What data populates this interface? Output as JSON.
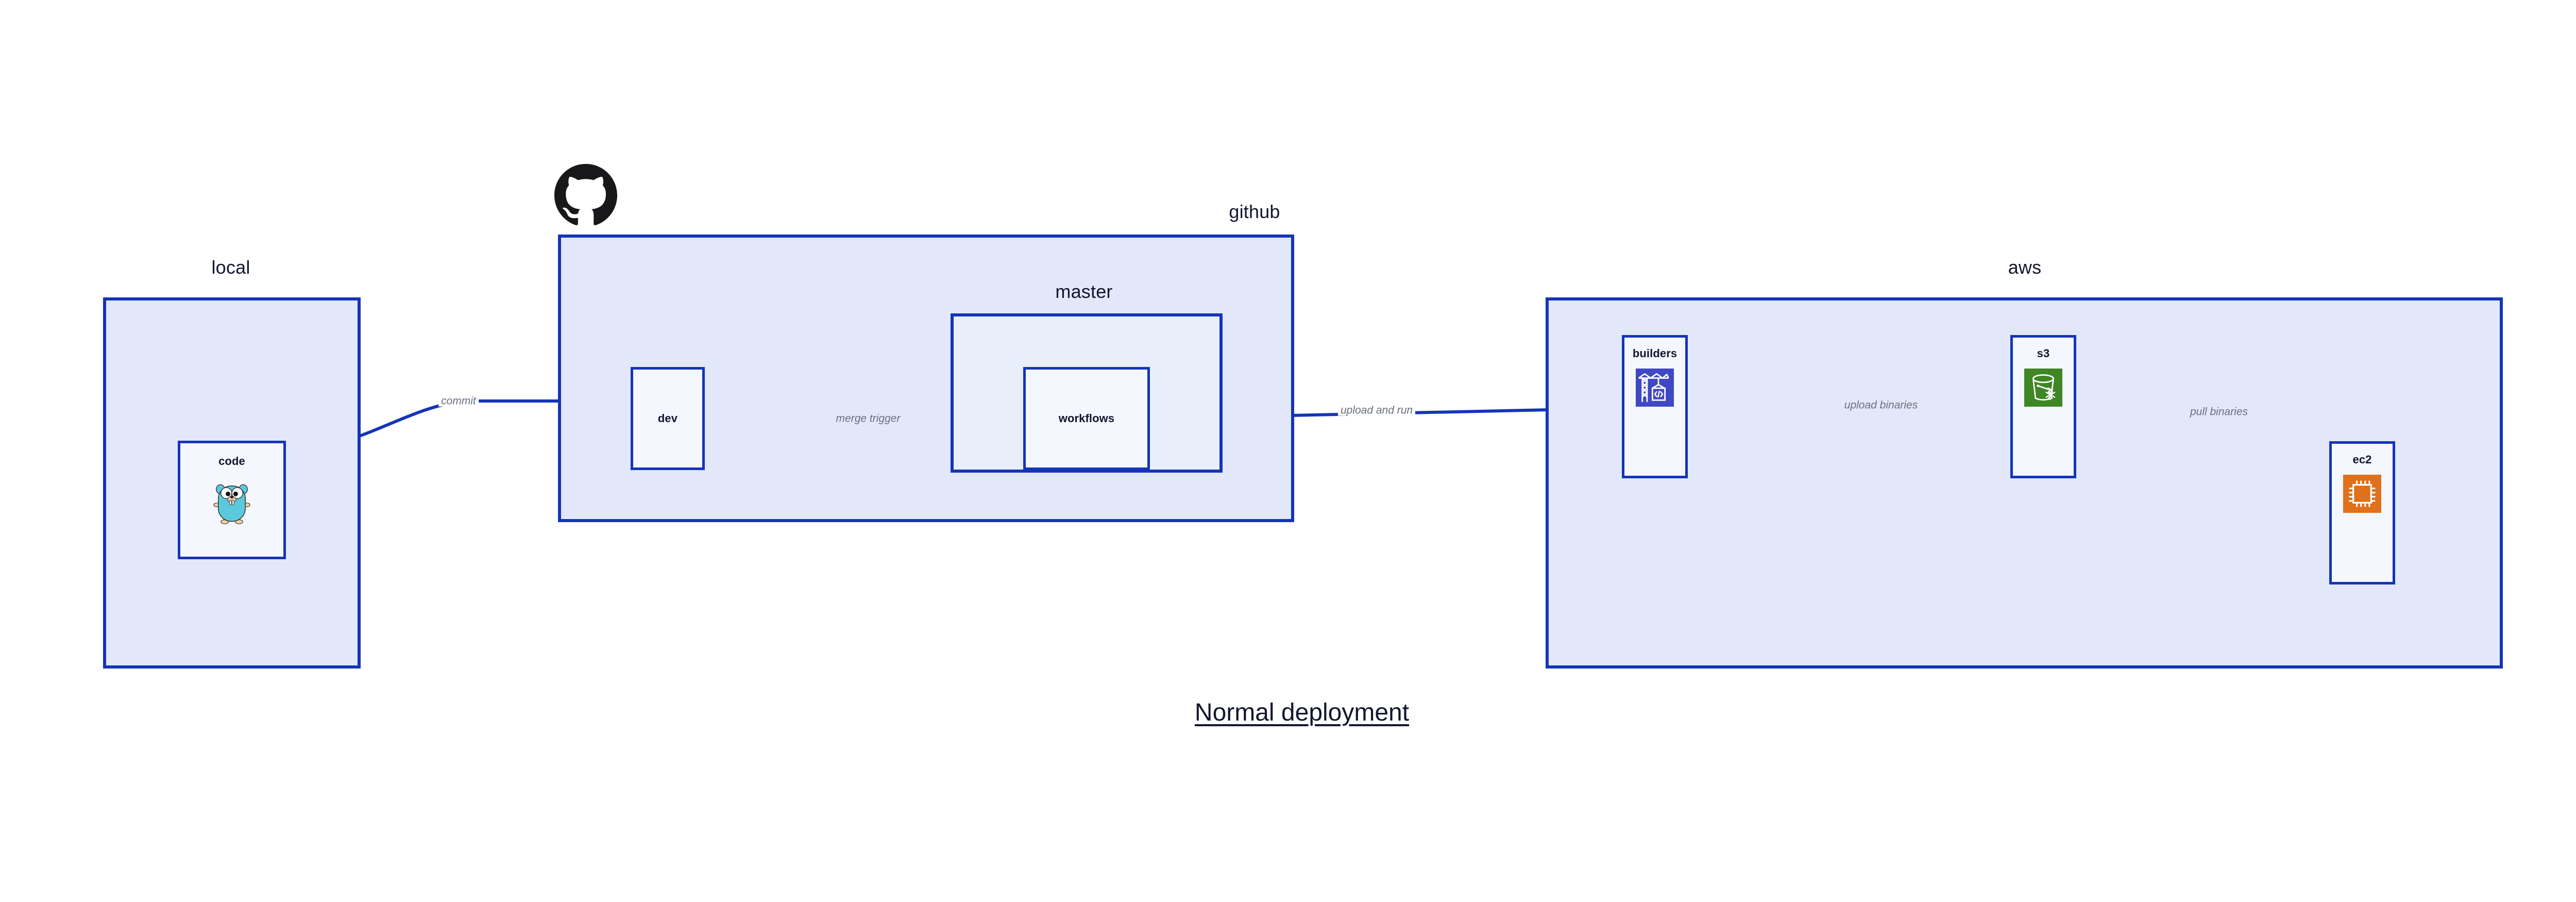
{
  "title": "Normal deployment",
  "colors": {
    "border_blue": "#1434b8",
    "group_fill": "#e2e8fa",
    "group_fill_nested": "#e9eefb",
    "node_fill": "#f4f7fd",
    "label_navy": "#13162e",
    "edge_label_gray": "#6b6f7d",
    "builders_icon_bg": "#3f48c4",
    "s3_icon_bg": "#3f8624",
    "ec2_icon_bg": "#e0701a",
    "gopher_cyan": "#5bc9dd",
    "github_black": "#18181b"
  },
  "groups": [
    {
      "id": "local",
      "label": "local"
    },
    {
      "id": "github",
      "label": "github"
    },
    {
      "id": "master",
      "label": "master"
    },
    {
      "id": "aws",
      "label": "aws"
    }
  ],
  "nodes": [
    {
      "id": "code",
      "label": "code",
      "icon": "go-gopher-icon"
    },
    {
      "id": "dev",
      "label": "dev",
      "icon": null
    },
    {
      "id": "workflows",
      "label": "workflows",
      "icon": null
    },
    {
      "id": "builders",
      "label": "builders",
      "icon": "aws-builders-crane-icon"
    },
    {
      "id": "s3",
      "label": "s3",
      "icon": "aws-s3-glacier-bucket-icon"
    },
    {
      "id": "ec2",
      "label": "ec2",
      "icon": "aws-ec2-chip-icon"
    }
  ],
  "edges": [
    {
      "id": "commit",
      "from": "code",
      "to": "dev",
      "label": "commit"
    },
    {
      "id": "merge-trigger",
      "from": "dev",
      "to": "workflows",
      "label": "merge trigger"
    },
    {
      "id": "upload-and-run",
      "from": "workflows",
      "to": "builders",
      "label": "upload and run"
    },
    {
      "id": "upload-binaries",
      "from": "builders",
      "to": "s3",
      "label": "upload binaries"
    },
    {
      "id": "pull-binaries",
      "from": "s3",
      "to": "ec2",
      "label": "pull binaries"
    }
  ],
  "brand_icons": [
    {
      "id": "github-logo",
      "name": "github-octocat-icon"
    }
  ]
}
